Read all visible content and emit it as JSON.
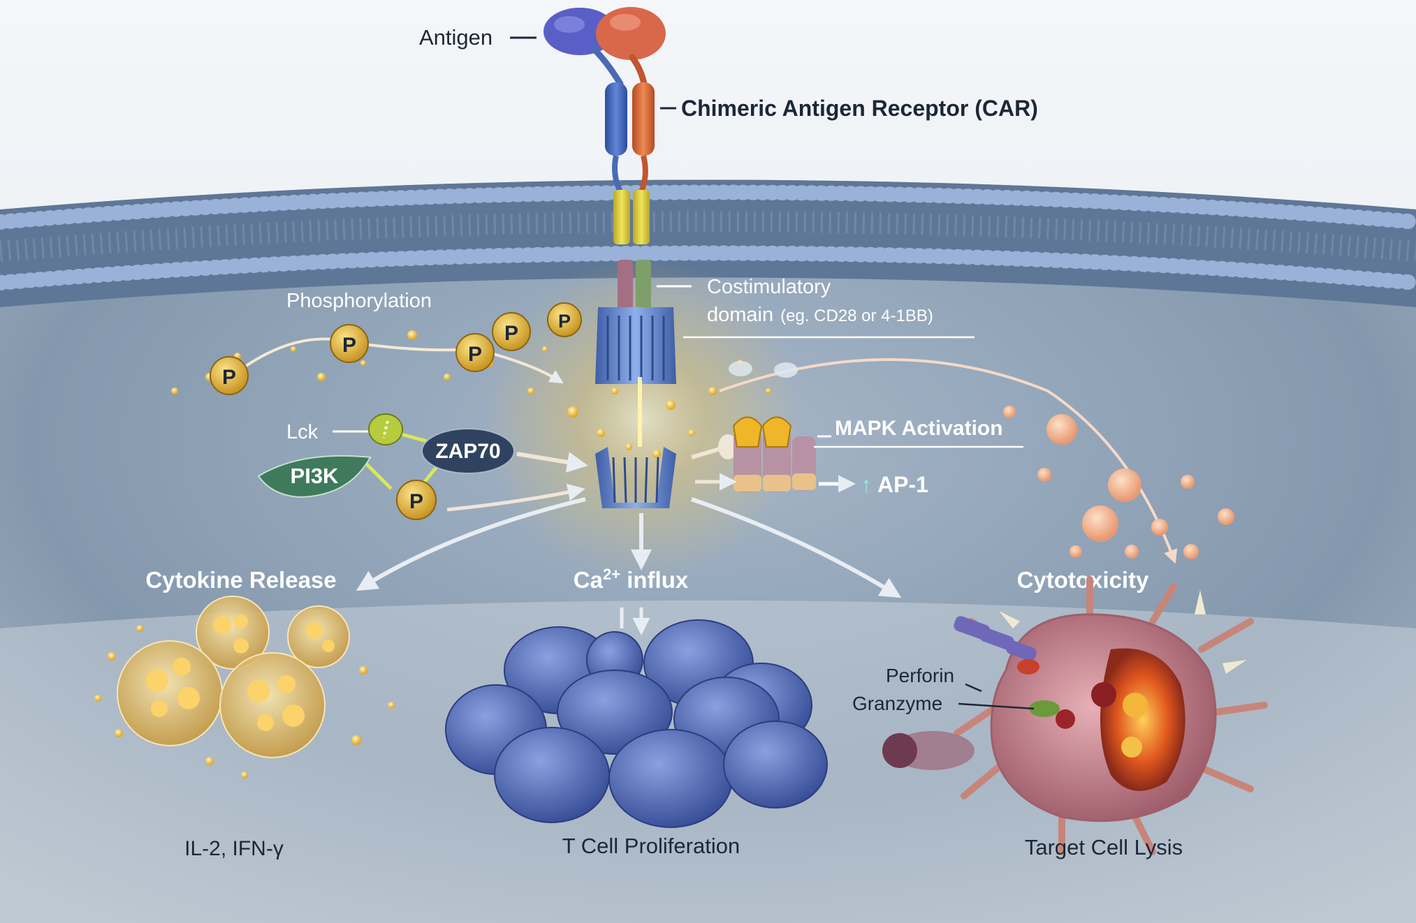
{
  "labels": {
    "antigen": "Antigen",
    "car": "Chimeric Antigen Receptor (CAR)",
    "costim_line1": "Costimulatory",
    "costim_line2": "domain",
    "costim_example": "(eg. CD28 or 4-1BB)",
    "phosphorylation": "Phosphorylation",
    "lck": "Lck",
    "zap70": "ZAP70",
    "pi3k": "PI3K",
    "phospho_symbol": "P",
    "mapk": "MAPK Activation",
    "ap1": "AP-1",
    "ap1_arrow": "↑",
    "cytokine_release": "Cytokine Release",
    "ca_influx_ca": "Ca",
    "ca_influx_sup": "2+",
    "ca_influx_rest": " influx",
    "cytotoxicity": "Cytotoxicity",
    "perforin": "Perforin",
    "granzyme": "Granzyme",
    "il2_ifn": "IL-2, IFN-γ",
    "t_cell_proliferation": "T Cell Proliferation",
    "target_cell_lysis": "Target Cell Lysis"
  },
  "colors": {
    "membrane_head": "#7d9bcf",
    "cytoplasm": "#8fa3b8",
    "phospho": "#e1b23a",
    "pi3k": "#3f7a5c",
    "zap70": "#2f4360",
    "t_cell": "#4e68b8",
    "target_cell": "#c98a96",
    "cytokine": "#e7b748"
  }
}
